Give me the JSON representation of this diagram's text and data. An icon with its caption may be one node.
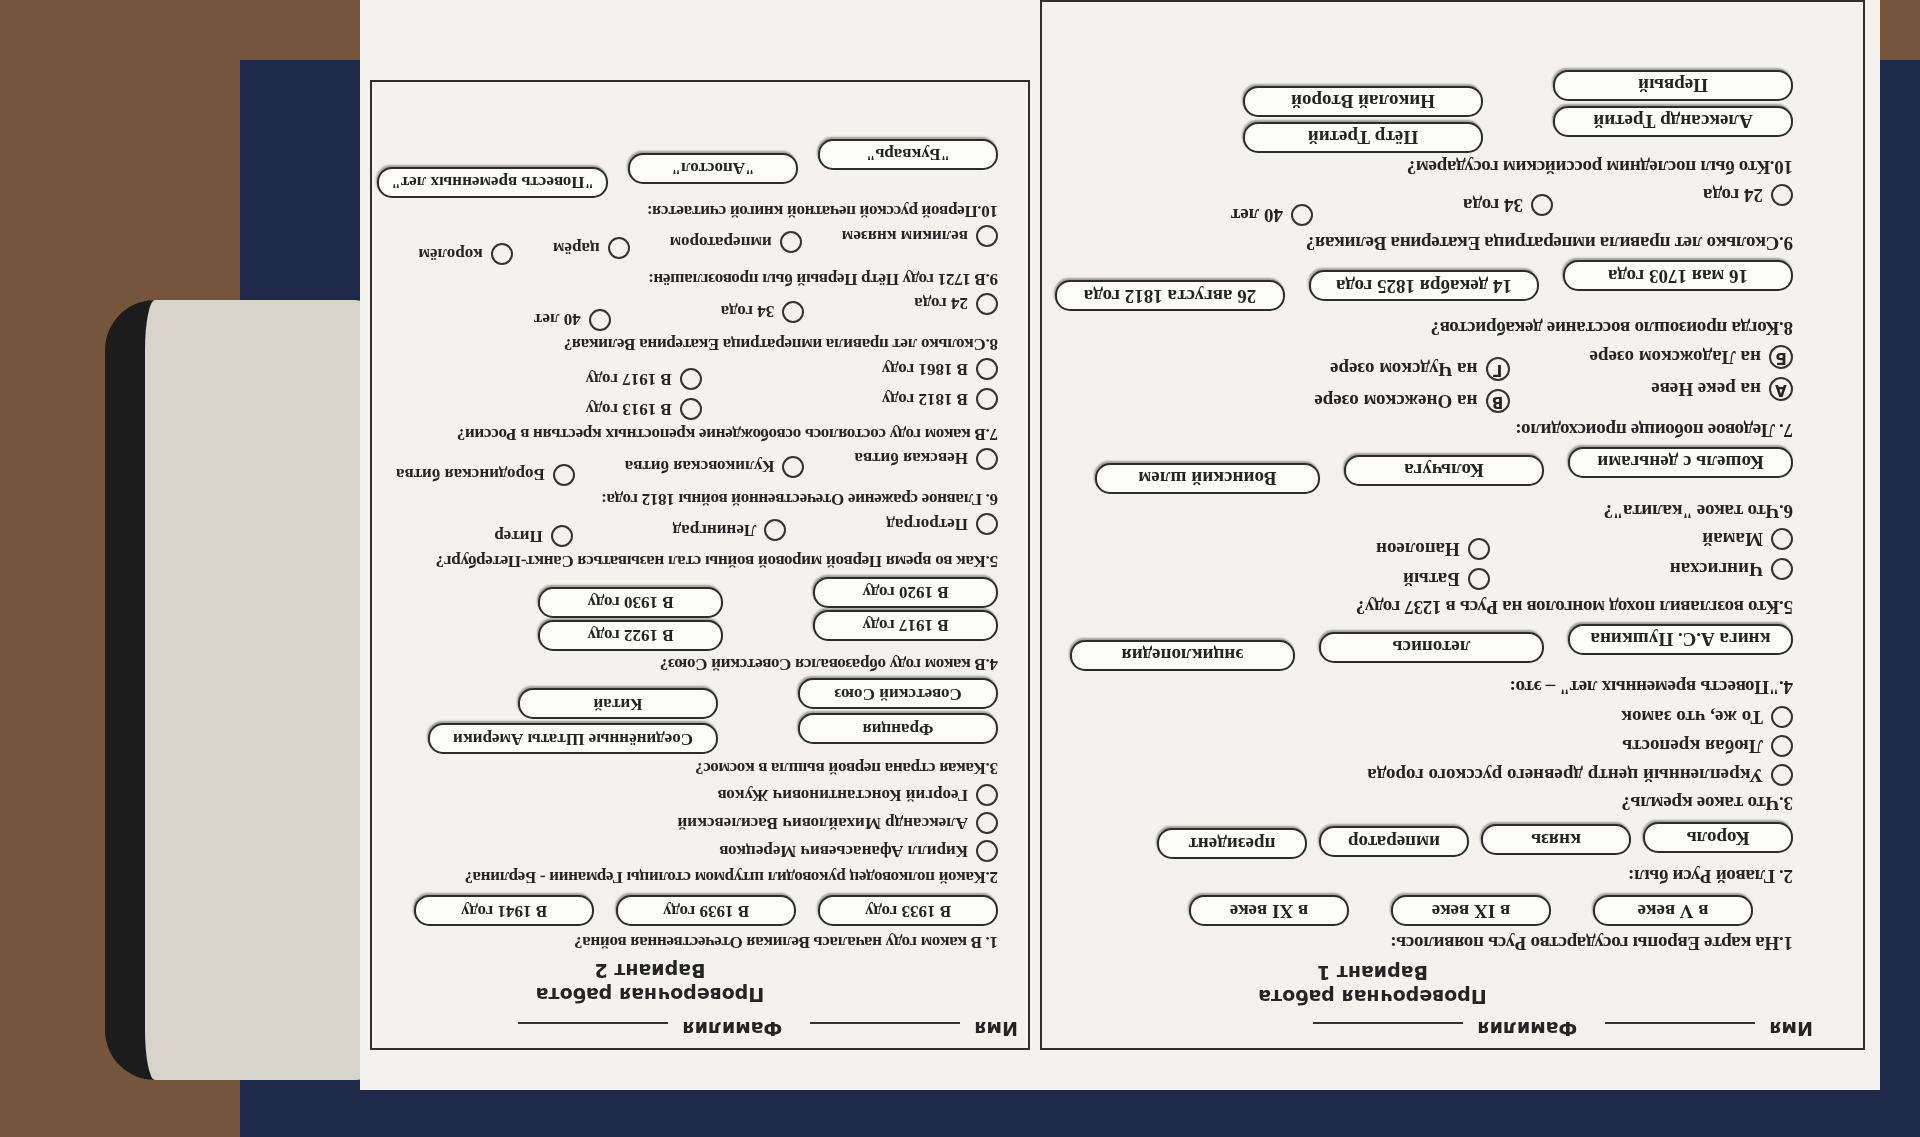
{
  "diagram": {
    "nodes": [
      {
        "text": [
          "Имя",
          "Фамилия",
          "Проверочная работа",
          "Вариант 1",
          "1.На карте Европы государство Русь появилось:",
          "2. Главой Руси был:",
          "3.Что такое кремль?",
          "Укрепленный центр древнего русского города",
          "Любая крепость",
          "То же, что замок",
          "4.\"Повесть временных лет\" – это:",
          "5.Кто возглавил поход монголов на Русь в 1237 году?",
          "Чингисхан",
          "Батый",
          "Мамай",
          "Наполеон",
          "6.Что такое \"калита\"?",
          "7. Ледовое побоище происходило:",
          "А",
          "на реке Неве",
          "В",
          "на Онежском озере",
          "Б",
          "на Ладожском озере",
          "Г",
          "на Чудском озере",
          "8.Когда произошло восстание декабристов?",
          "9.Сколько лет правила императрица Екатерина Великая?",
          "24 года",
          "34 года",
          "40 лет",
          "10.Кто был последним российским государем?"
        ]
      },
      {
        "text": [
          "в V веке"
        ],
        "in": 0
      },
      {
        "text": [
          "в IX веке"
        ],
        "in": 0
      },
      {
        "text": [
          "в XI веке"
        ],
        "in": 0
      },
      {
        "text": [
          "Король"
        ],
        "in": 0
      },
      {
        "text": [
          "князь"
        ],
        "in": 0
      },
      {
        "text": [
          "император"
        ],
        "in": 0
      },
      {
        "text": [
          "президент"
        ],
        "in": 0
      },
      {
        "text": [
          "книга А.С. Пушкина"
        ],
        "in": 0
      },
      {
        "text": [
          "летопись"
        ],
        "in": 0
      },
      {
        "text": [
          "энциклопедия"
        ],
        "in": 0
      },
      {
        "text": [
          "Кошель с деньгами"
        ],
        "in": 0
      },
      {
        "text": [
          "Кольчуга"
        ],
        "in": 0
      },
      {
        "text": [
          "Воинский шлем"
        ],
        "in": 0
      },
      {
        "text": [
          "16 мая 1703 года"
        ],
        "in": 0
      },
      {
        "text": [
          "14 декабря 1825 года"
        ],
        "in": 0
      },
      {
        "text": [
          "26 августа 1812 года"
        ],
        "in": 0
      },
      {
        "text": [
          "Александр Третий"
        ],
        "in": 0
      },
      {
        "text": [
          "Пётр Третий"
        ],
        "in": 0
      },
      {
        "text": [
          "Первый"
        ],
        "in": 0
      },
      {
        "text": [
          "Николай Второй"
        ],
        "in": 0
      },
      {
        "text": [
          "Имя",
          "Фамилия",
          "Проверочная работа",
          "Вариант 2",
          "1. В каком году началась Великая Отечественная война?",
          "2.Какой полководец руководил штурмом столицы Германии - Берлина?",
          "Кирилл Афанасьевич Мерецков",
          "Александр Михайлович Василевский",
          "Георгий Константинович Жуков",
          "3.Какая страна первой вышла в космос?",
          "4.В каком году образовался Советский Союз?",
          "5.Как во время Первой мировой войны стал называться Санкт-Петербург?",
          "Петроград",
          "Ленинград",
          "Питер",
          "6. Главное сражение Отечественной войны 1812 года:",
          "Невская битва",
          "Куликовская битва",
          "Бородинская битва",
          "7.В каком году состоялось освобождение крепостных крестьян в России?",
          "В 1812 году",
          "В 1913 году",
          "В 1861 году",
          "В 1917 году",
          "8.Сколько лет правила императрица Екатерина Великая?",
          "24 года",
          "34 года",
          "40 лет",
          "9.В 1721 году Пётр Первый был провозглашён:",
          "великим князем",
          "императором",
          "царём",
          "королём",
          "10.Первой русской печатной книгой считается:"
        ]
      },
      {
        "text": [
          "В 1933 году"
        ],
        "in": 21
      },
      {
        "text": [
          "В 1939 году"
        ],
        "in": 21
      },
      {
        "text": [
          "В 1941 году"
        ],
        "in": 21
      },
      {
        "text": [
          "Франция"
        ],
        "in": 21
      },
      {
        "text": [
          "Соединённые Штаты Америки"
        ],
        "in": 21
      },
      {
        "text": [
          "Советский Союз"
        ],
        "in": 21
      },
      {
        "text": [
          "Китай"
        ],
        "in": 21
      },
      {
        "text": [
          "В 1917 году"
        ],
        "in": 21
      },
      {
        "text": [
          "В 1922 году"
        ],
        "in": 21
      },
      {
        "text": [
          "В 1920 году"
        ],
        "in": 21
      },
      {
        "text": [
          "В 1930 году"
        ],
        "in": 21
      },
      {
        "text": [
          "\"Букварь\""
        ],
        "in": 21
      },
      {
        "text": [
          "\"Апостол\""
        ],
        "in": 21
      },
      {
        "text": [
          "\"Повесть временных лет\""
        ],
        "in": 21
      }
    ]
  }
}
